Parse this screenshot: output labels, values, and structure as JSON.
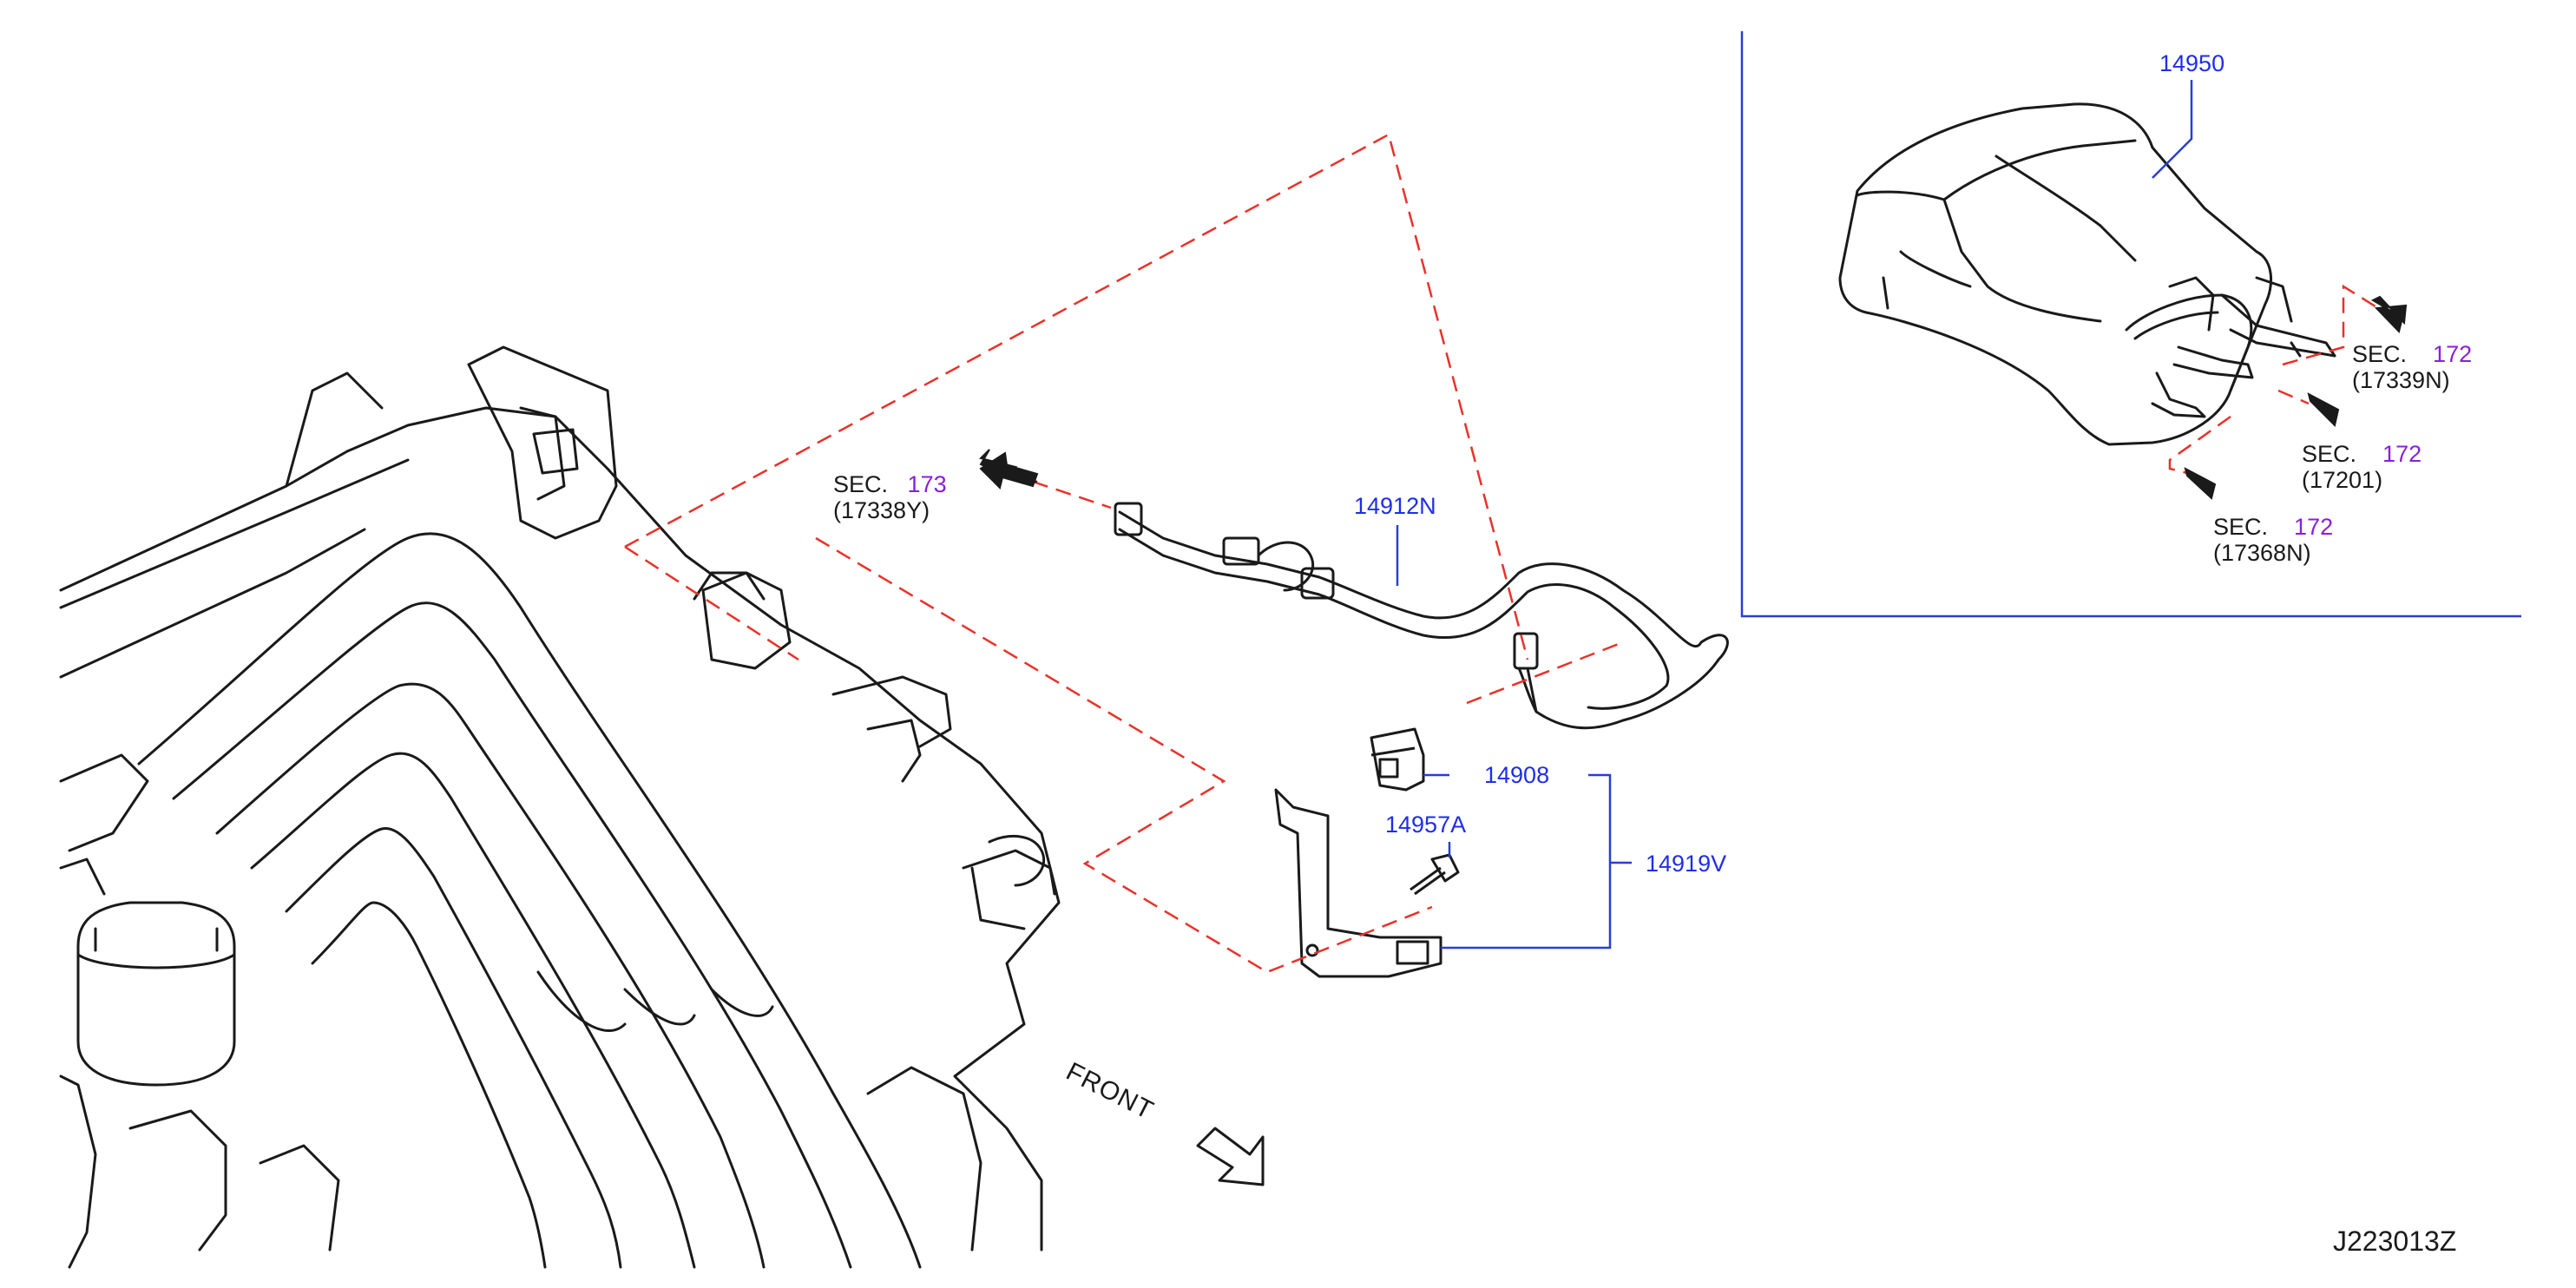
{
  "parts": {
    "canister": "14950",
    "hose": "14912N",
    "clamp": "14908",
    "bolt": "14957A",
    "bracket": "14919V"
  },
  "sections": [
    {
      "sec": "SEC.",
      "num": "173",
      "ref": "(17338Y)"
    },
    {
      "sec": "SEC.",
      "num": "172",
      "ref": "(17339N)"
    },
    {
      "sec": "SEC.",
      "num": "172",
      "ref": "(17201)"
    },
    {
      "sec": "SEC.",
      "num": "172",
      "ref": "(17368N)"
    }
  ],
  "front_label": "FRONT",
  "drawing_code": "J223013Z",
  "colors": {
    "line": "#1a1a1a",
    "leader": "#2a3fd0",
    "dash": "#e8322a",
    "part_number": "#1f2ee8",
    "section_number": "#8a1fd8"
  }
}
